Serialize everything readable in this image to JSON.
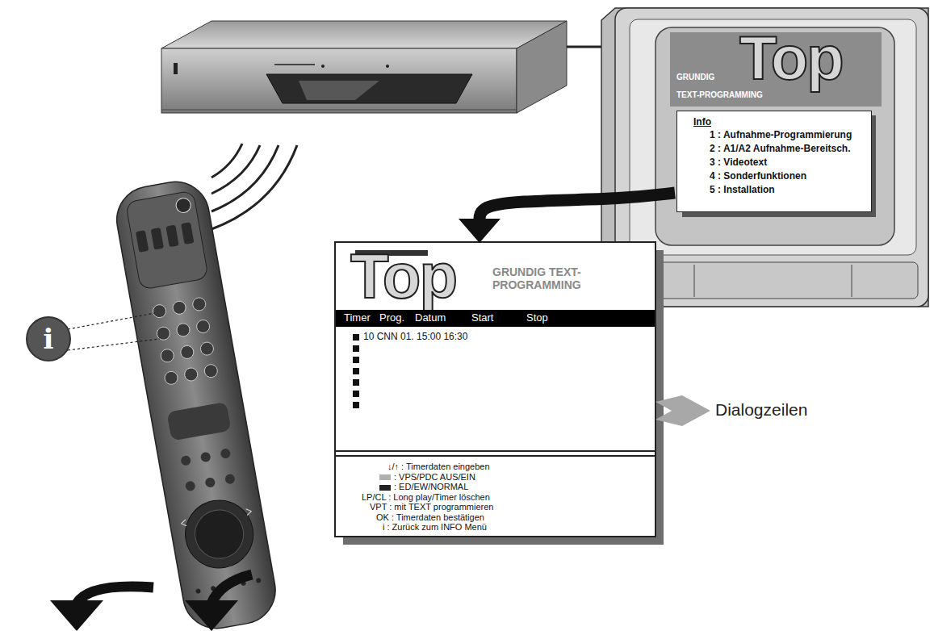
{
  "diagram": {
    "nodes": [
      {
        "text": [
          "Top",
          "GRUNDIG",
          "TEXT-PROGRAMMING"
        ]
      },
      {
        "text": [
          "Info",
          "1 : Aufnahme-Programmierung",
          "2 : A1/A2 Aufnahme-Bereitsch.",
          "3 : Videotext",
          "4 : Sonderfunktionen",
          "5 : Installation"
        ]
      },
      {
        "text": [
          "Top",
          "GRUNDIG TEXT-PROGRAMMING"
        ]
      },
      {
        "text": [
          "Timer",
          "Prog.",
          "Datum",
          "Start",
          "Stop"
        ]
      },
      {
        "text": [
          "10 CNN 01. 15:00 16:30"
        ]
      },
      {
        "text": [
          "↓/↑ : Timerdaten eingeben",
          ": VPS/PDC AUS/EIN",
          ": ED/EW/NORMAL",
          "LP/CL : Long play/Timer löschen",
          "VPT : mit TEXT programmieren",
          "OK : Timerdaten bestätigen",
          "i : Zurück zum INFO Menü"
        ]
      },
      {
        "text": [
          "i"
        ]
      }
    ],
    "edges": [
      {
        "from": 1,
        "to": 2,
        "arrow": "to"
      }
    ],
    "labels": [
      "Dialogzeilen"
    ]
  }
}
